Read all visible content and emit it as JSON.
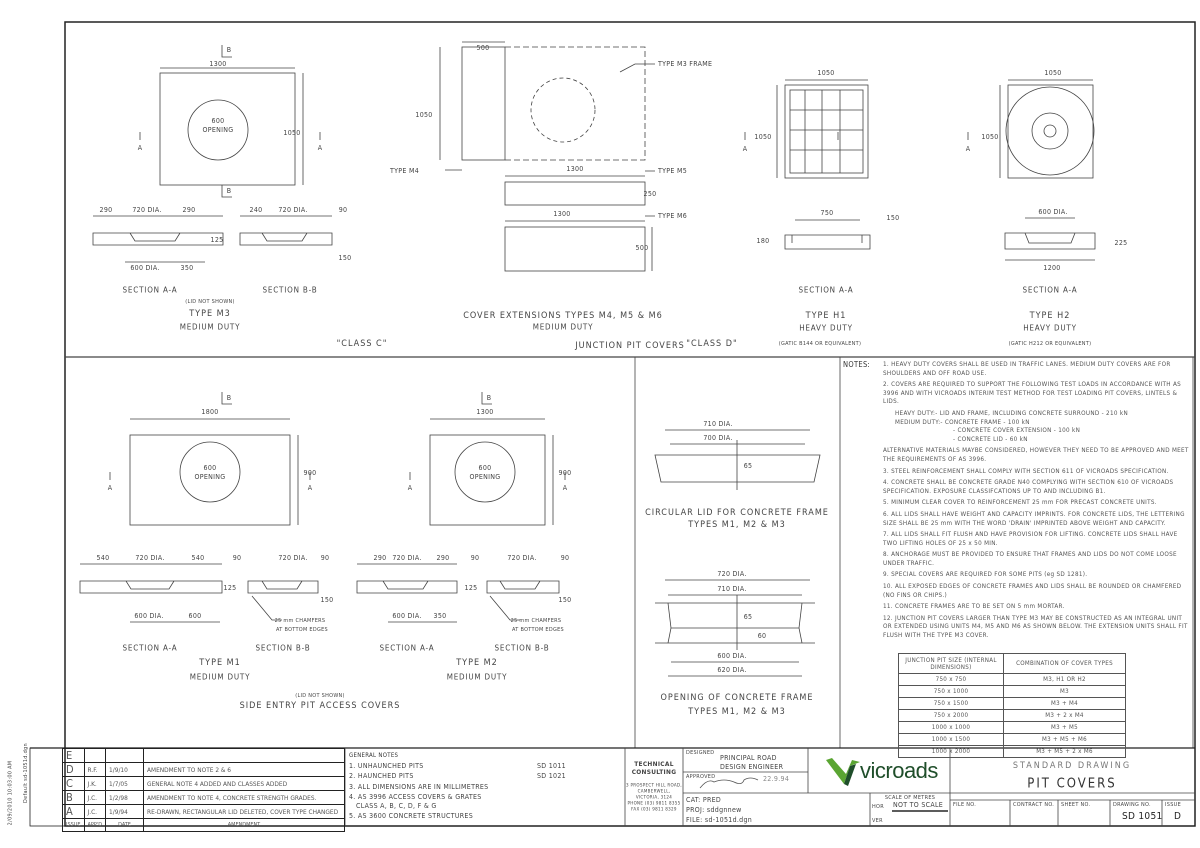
{
  "margin": {
    "date": "2/09/2010 10:03:00 AM",
    "plot": "Default sd-1051d.dgn"
  },
  "m3": {
    "width": "1300",
    "height": "1050",
    "opening": [
      "600",
      "OPENING"
    ],
    "a": "A",
    "b": "B",
    "dims": [
      "290",
      "720 DIA.",
      "290",
      "240",
      "720 DIA.",
      "90",
      "125",
      "150",
      "600 DIA.",
      "350"
    ],
    "section_aa": "SECTION A-A",
    "section_bb": "SECTION B-B",
    "lid_note": "(LID NOT SHOWN)",
    "type": "TYPE M3",
    "duty": "MEDIUM DUTY"
  },
  "class_c": "\"CLASS C\"",
  "class_d": "\"CLASS D\"",
  "ext": {
    "dims": [
      "500",
      "1050",
      "1300",
      "250",
      "1300",
      "500"
    ],
    "labels": [
      "TYPE M3 FRAME",
      "TYPE M4",
      "TYPE M5",
      "TYPE M6"
    ],
    "title": "COVER EXTENSIONS TYPES M4, M5 & M6",
    "duty": "MEDIUM DUTY",
    "group": "JUNCTION PIT COVERS"
  },
  "h1": {
    "dims": [
      "1050",
      "1050",
      "750",
      "150",
      "180"
    ],
    "a": "A",
    "section": "SECTION A-A",
    "type": "TYPE H1",
    "duty": "HEAVY DUTY",
    "equiv": "(GATIC B144 OR EQUIVALENT)"
  },
  "h2": {
    "dims": [
      "1050",
      "1050",
      "600 DIA.",
      "225",
      "1200"
    ],
    "a": "A",
    "section": "SECTION A-A",
    "type": "TYPE H2",
    "duty": "HEAVY DUTY",
    "equiv": "(GATIC H212 OR EQUIVALENT)"
  },
  "m1": {
    "width": "1800",
    "height": "900",
    "opening": [
      "600",
      "OPENING"
    ],
    "a": "A",
    "b": "B",
    "dims": [
      "540",
      "720 DIA.",
      "540",
      "90",
      "720 DIA.",
      "90",
      "125",
      "150",
      "600 DIA.",
      "600"
    ],
    "chamfer": [
      "25 mm CHAMFERS",
      "AT BOTTOM EDGES"
    ],
    "section_aa": "SECTION A-A",
    "section_bb": "SECTION B-B",
    "type": "TYPE M1",
    "duty": "MEDIUM DUTY"
  },
  "m2": {
    "width": "1300",
    "height": "900",
    "opening": [
      "600",
      "OPENING"
    ],
    "a": "A",
    "b": "B",
    "dims": [
      "290",
      "720 DIA.",
      "290",
      "90",
      "720 DIA.",
      "90",
      "125",
      "150",
      "600 DIA.",
      "350"
    ],
    "chamfer": [
      "25 mm CHAMFERS",
      "AT BOTTOM EDGES"
    ],
    "section_aa": "SECTION A-A",
    "section_bb": "SECTION B-B",
    "type": "TYPE M2",
    "duty": "MEDIUM DUTY"
  },
  "side_entry": {
    "lid_note": "(LID NOT SHOWN)",
    "title": "SIDE ENTRY PIT ACCESS COVERS"
  },
  "circ_lid": {
    "dims": [
      "710 DIA.",
      "700 DIA.",
      "65"
    ],
    "title": "CIRCULAR LID FOR CONCRETE FRAME",
    "types": "TYPES M1, M2 & M3"
  },
  "opening_frame": {
    "dims": [
      "720 DIA.",
      "710 DIA.",
      "65",
      "60",
      "600 DIA.",
      "620 DIA."
    ],
    "title": "OPENING OF CONCRETE FRAME",
    "types": "TYPES M1, M2 & M3"
  },
  "notes": {
    "heading": "NOTES:",
    "items": [
      "1. HEAVY DUTY COVERS SHALL BE USED IN TRAFFIC LANES. MEDIUM DUTY COVERS ARE FOR SHOULDERS AND OFF ROAD USE.",
      "2. COVERS ARE REQUIRED TO SUPPORT THE FOLLOWING TEST LOADS IN ACCORDANCE WITH AS 3996 AND WITH VICROADS INTERIM TEST METHOD FOR TEST LOADING PIT COVERS, LINTELS & LIDS.",
      "HEAVY DUTY:- LID AND FRAME, INCLUDING CONCRETE SURROUND - 210 kN",
      "MEDIUM DUTY:- CONCRETE FRAME - 100 kN",
      "- CONCRETE COVER EXTENSION - 100 kN",
      "- CONCRETE LID - 60 kN",
      "ALTERNATIVE MATERIALS MAYBE CONSIDERED, HOWEVER THEY NEED TO BE APPROVED AND MEET THE REQUIREMENTS OF AS 3996.",
      "3. STEEL REINFORCEMENT SHALL COMPLY WITH SECTION 611 OF VICROADS SPECIFICATION.",
      "4. CONCRETE SHALL BE CONCRETE GRADE N40 COMPLYING WITH SECTION 610 OF VICROADS SPECIFICATION. EXPOSURE CLASSIFCATIONS UP TO AND INCLUDING B1.",
      "5. MINIMUM CLEAR COVER TO REINFORCEMENT 25 mm FOR PRECAST CONCRETE UNITS.",
      "6. ALL LIDS SHALL HAVE WEIGHT AND CAPACITY IMPRINTS. FOR CONCRETE LIDS, THE LETTERING SIZE SHALL BE 25 mm WITH THE WORD 'DRAIN' IMPRINTED ABOVE WEIGHT AND CAPACITY.",
      "7. ALL LIDS SHALL FIT FLUSH AND HAVE PROVISION FOR LIFTING. CONCRETE LIDS SHALL HAVE TWO LIFTING HOLES OF 25 x 50 MIN.",
      "8. ANCHORAGE MUST BE PROVIDED TO ENSURE THAT FRAMES AND LIDS DO NOT COME LOOSE UNDER TRAFFIC.",
      "9. SPECIAL COVERS ARE REQUIRED FOR SOME PITS (eg SD 1281).",
      "10. ALL EXPOSED EDGES OF CONCRETE FRAMES AND LIDS SHALL BE ROUNDED OR CHAMFERED (NO FINS OR CHIPS.)",
      "11. CONCRETE FRAMES ARE TO BE SET ON 5 mm MORTAR.",
      "12. JUNCTION PIT COVERS LARGER THAN TYPE M3 MAY BE CONSTRUCTED AS AN INTEGRAL UNIT OR EXTENDED USING UNITS M4, M5 AND M6 AS SHOWN BELOW. THE EXTENSION UNITS SHALL FIT FLUSH WITH THE TYPE M3 COVER."
    ]
  },
  "pit_table": {
    "headers": [
      "JUNCTION PIT SIZE (INTERNAL DIMENSIONS)",
      "COMBINATION OF COVER TYPES"
    ],
    "rows": [
      [
        "750 x 750",
        "M3, H1 OR H2"
      ],
      [
        "750 x 1000",
        "M3"
      ],
      [
        "750 x 1500",
        "M3 + M4"
      ],
      [
        "750 x 2000",
        "M3 + 2 x M4"
      ],
      [
        "1000 x 1000",
        "M3 + M5"
      ],
      [
        "1000 x 1500",
        "M3 + M5 + M6"
      ],
      [
        "1000 x 2000",
        "M3 + M5 + 2 x M6"
      ]
    ]
  },
  "revisions": {
    "headers": [
      "ISSUE",
      "APP'D",
      "DATE",
      "AMENDMENT"
    ],
    "rows": [
      [
        "E",
        "",
        "",
        ""
      ],
      [
        "D",
        "R.F.",
        "1/9/10",
        "AMENDMENT TO NOTE 2 & 6"
      ],
      [
        "C",
        "J.K.",
        "1/7/05",
        "GENERAL NOTE 4 ADDED AND CLASSES ADDED"
      ],
      [
        "B",
        "J.C.",
        "1/2/98",
        "AMENDMENT TO NOTE 4, CONCRETE STRENGTH GRADES."
      ],
      [
        "A",
        "J.C.",
        "1/9/94",
        "RE-DRAWN, RECTANGULAR LID DELETED, COVER TYPE CHANGED"
      ]
    ]
  },
  "general_notes": {
    "heading": "GENERAL NOTES",
    "items": [
      "1. UNHAUNCHED PITS",
      "2. HAUNCHED PITS",
      "3. ALL DIMENSIONS ARE IN MILLIMETRES",
      "4. AS 3996 ACCESS COVERS & GRATES",
      "CLASS A, B, C, D, F & G",
      "5. AS 3600 CONCRETE STRUCTURES"
    ],
    "refs": [
      "SD 1011",
      "SD 1021"
    ]
  },
  "consultant": {
    "name": "TECHNICAL CONSULTING",
    "address": [
      "3 PROSPECT HILL ROAD,",
      "CAMBERWELL,",
      "VICTORIA, 3124",
      "PHONE (03) 9811 8355",
      "FAX (03) 9811 8329"
    ]
  },
  "designed": {
    "label": "DESIGNED",
    "value": [
      "PRINCIPAL ROAD",
      "DESIGN ENGINEER"
    ]
  },
  "approved": {
    "label": "APPROVED",
    "date": "22.9.94"
  },
  "cat": "CAT: PRED",
  "proj": "PROJ: sddgnnew",
  "file": "FILE: sd-1051d.dgn",
  "scale": {
    "title": "SCALE OF METRES",
    "hor": "HOR",
    "ver": "VER",
    "value": "NOT TO SCALE"
  },
  "logo": {
    "text": "vicroads",
    "green": "#5aa532",
    "dark": "#1f4e2a"
  },
  "title": {
    "kind": "STANDARD DRAWING",
    "name": "PIT COVERS"
  },
  "fields": {
    "file_no": "FILE NO.",
    "contract_no": "CONTRACT NO.",
    "sheet_no": "SHEET NO.",
    "drawing_no_label": "DRAWING NO.",
    "drawing_no": "SD 1051",
    "issue_label": "ISSUE",
    "issue": "D"
  }
}
